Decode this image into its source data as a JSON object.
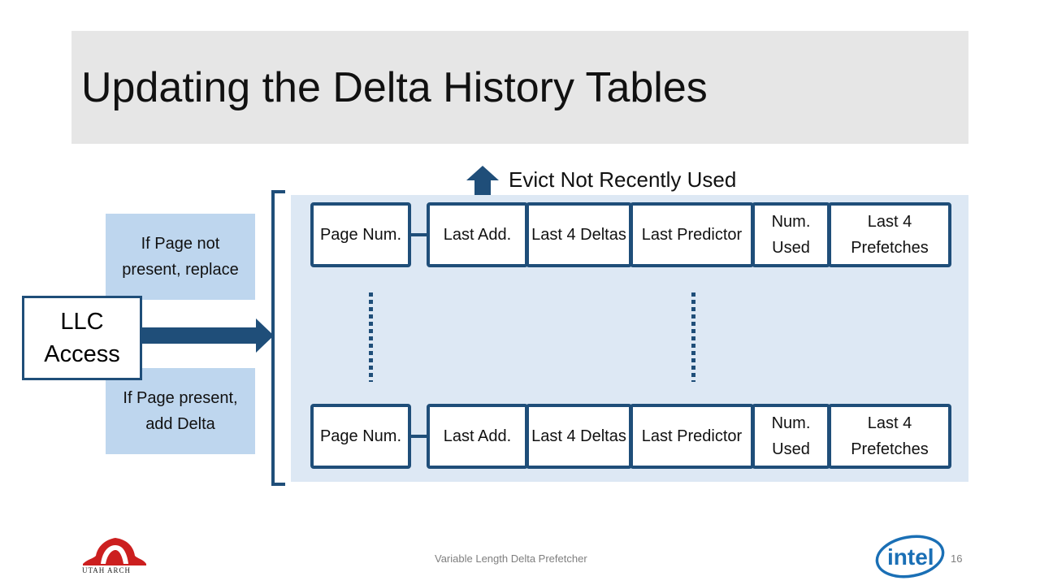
{
  "title": "Updating the Delta History Tables",
  "evict_label": "Evict Not Recently Used",
  "notes": {
    "not_present": "If Page not present, replace",
    "present": "If Page present, add Delta"
  },
  "llc_access": "LLC Access",
  "rows": [
    {
      "page_num": "Page Num.",
      "last_add": "Last Add.",
      "last_4_deltas": "Last 4 Deltas",
      "last_predictor": "Last Predictor",
      "num_used": "Num. Used",
      "last_4_prefetches": "Last 4 Prefetches"
    },
    {
      "page_num": "Page Num.",
      "last_add": "Last Add.",
      "last_4_deltas": "Last 4 Deltas",
      "last_predictor": "Last Predictor",
      "num_used": "Num. Used",
      "last_4_prefetches": "Last 4 Prefetches"
    }
  ],
  "footer": {
    "text": "Variable Length Delta Prefetcher",
    "page_number": "16"
  },
  "logos": {
    "utah_arch": "UTAH ARCH",
    "intel": "intel"
  },
  "colors": {
    "accent": "#1f4e79",
    "note_fill": "#bed6ee",
    "table_fill": "#dde8f4",
    "title_bar": "#e6e6e6",
    "utah_red": "#cc1f1f",
    "intel_blue": "#1a6fb5"
  }
}
